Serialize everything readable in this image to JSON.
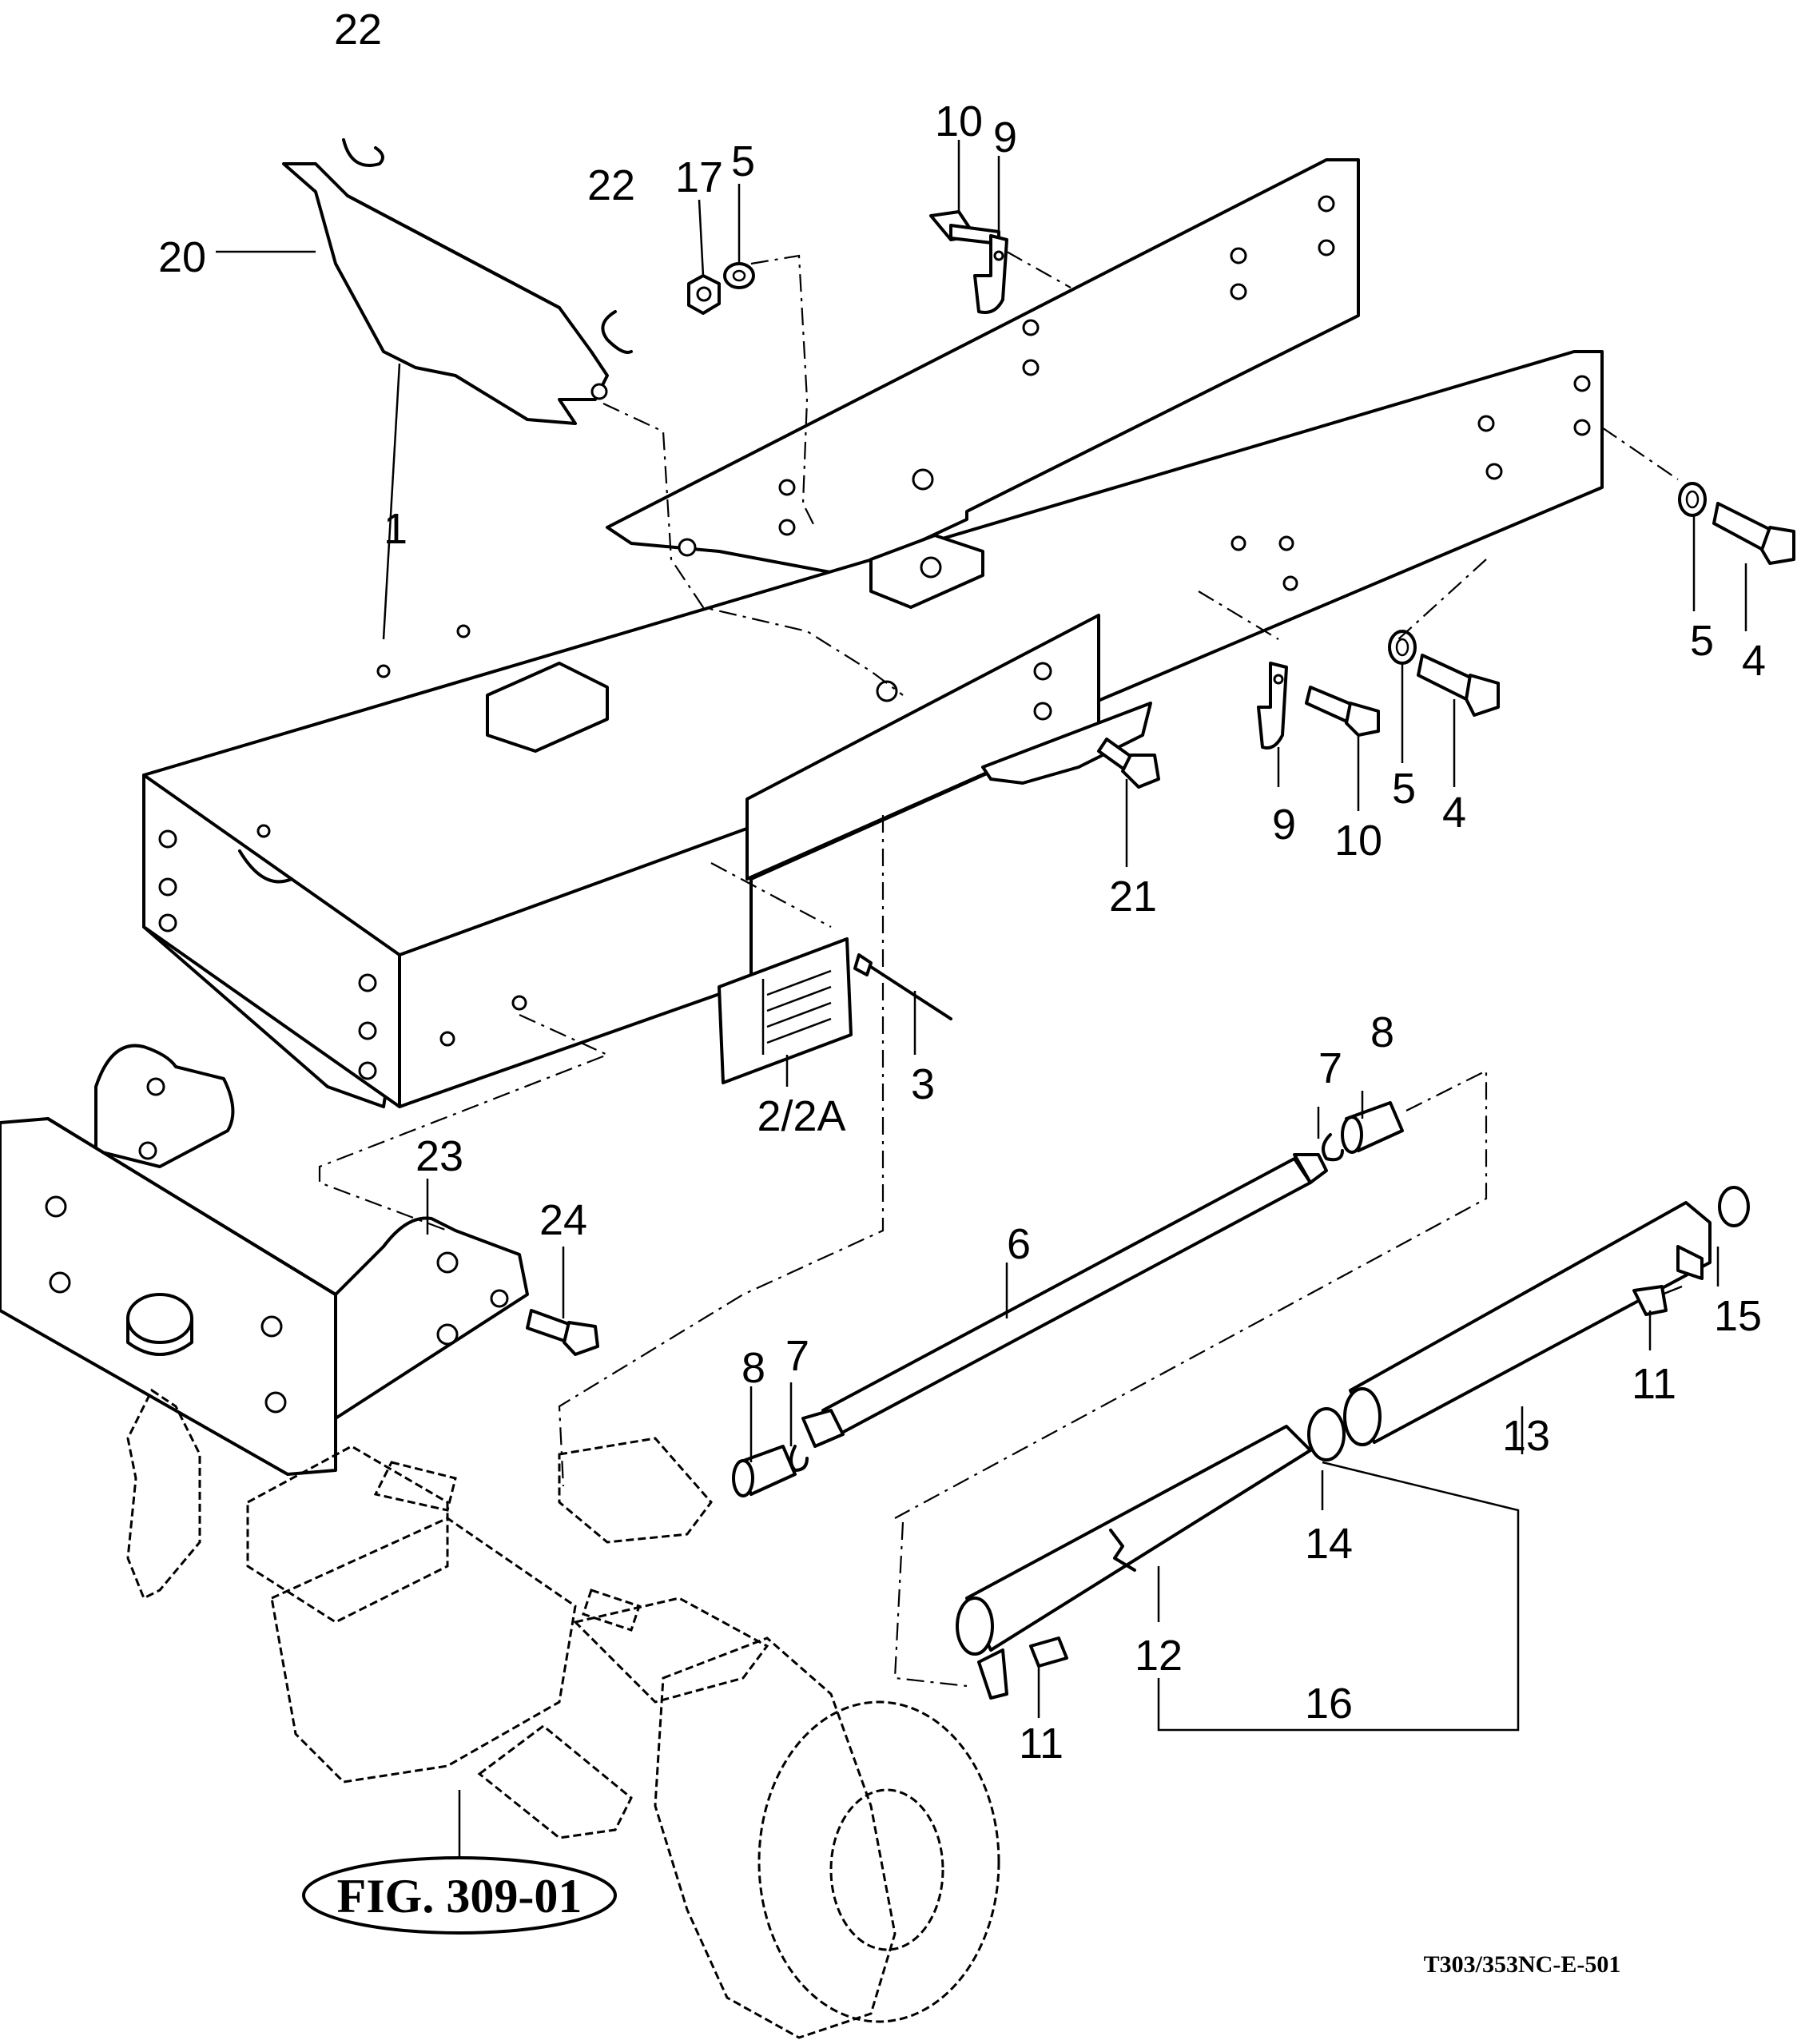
{
  "callouts": {
    "c22a": "22",
    "c22b": "22",
    "c20": "20",
    "c17": "17",
    "c5a": "5",
    "c10a": "10",
    "c9a": "9",
    "c1": "1",
    "c5b": "5",
    "c4a": "4",
    "c5c": "5",
    "c4b": "4",
    "c9b": "9",
    "c10b": "10",
    "c21": "21",
    "c3": "3",
    "c2": "2/2A",
    "c23": "23",
    "c24": "24",
    "c8a": "8",
    "c7a": "7",
    "c6": "6",
    "c8b": "8",
    "c7b": "7",
    "c15": "15",
    "c11a": "11",
    "c13": "13",
    "c14": "14",
    "c12": "12",
    "c16": "16",
    "c11b": "11"
  },
  "reference": {
    "figure_label": "FIG. 309-01"
  },
  "drawing_code": "T303/353NC-E-501"
}
